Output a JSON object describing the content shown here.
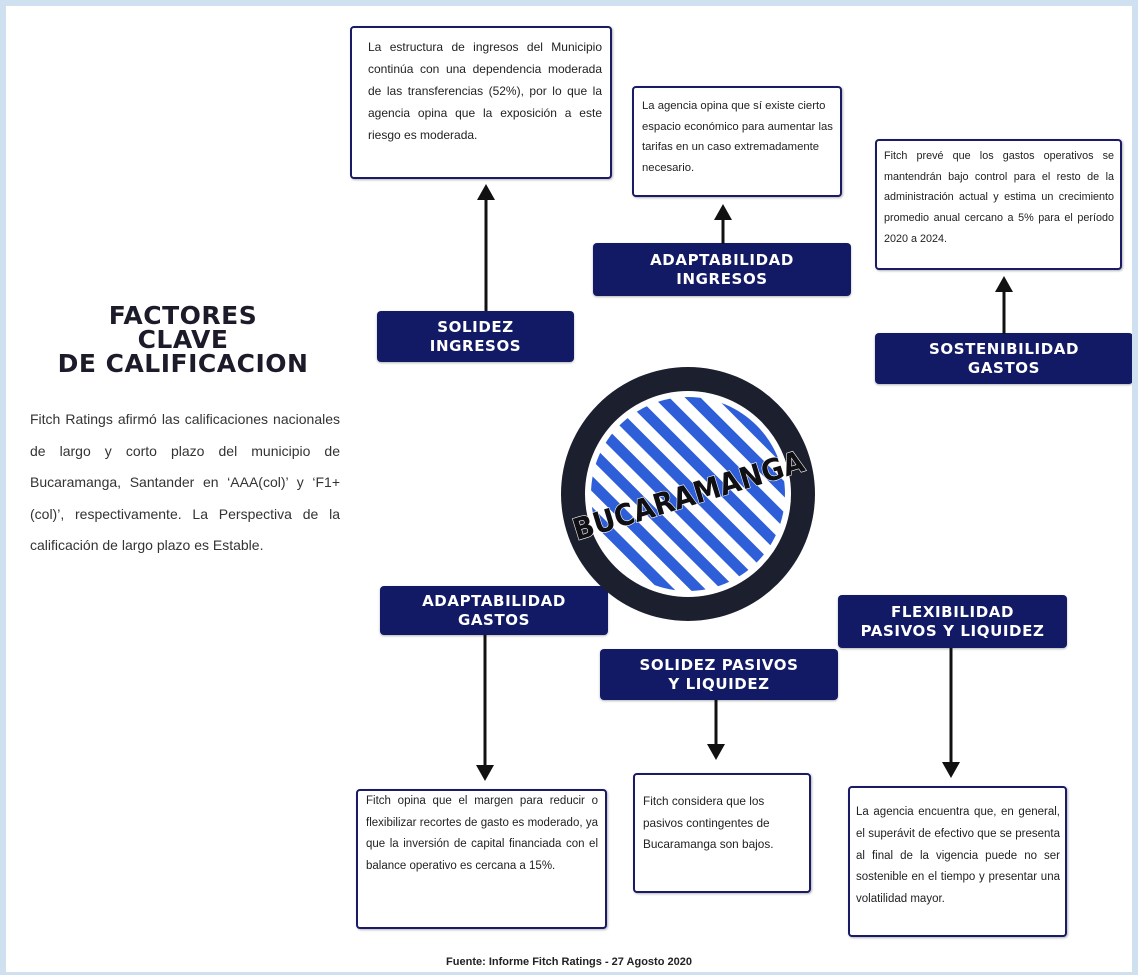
{
  "title": {
    "line1": "FACTORES",
    "line2": "CLAVE",
    "line3": "DE CALIFICACION"
  },
  "summary": "Fitch Ratings afirmó las calificaciones nacionales de largo y corto plazo del municipio de Bucaramanga, Santander en ‘AAA(col)’ y ‘F1+(col)’, respectivamente. La Perspectiva de la calificación de largo plazo es Estable.",
  "center_label": "BUCARAMANGA",
  "factors": {
    "solidez_ingresos": {
      "label": "SOLIDEZ\nINGRESOS",
      "note": "La estructura de ingresos del Municipio continúa con una dependencia moderada de las transferencias (52%), por lo que la agencia opina que la exposición a este riesgo es moderada."
    },
    "adaptabilidad_ingresos": {
      "label": "ADAPTABILIDAD\nINGRESOS",
      "note": "La agencia opina que sí existe cierto espacio económico para aumentar las tarifas en un caso extremadamente necesario."
    },
    "sostenibilidad_gastos": {
      "label": "SOSTENIBILIDAD\nGASTOS",
      "note": "Fitch prevé que los gastos operativos se mantendrán bajo control para el resto de la administración actual y estima un crecimiento promedio anual cercano a 5% para el período 2020 a 2024."
    },
    "adaptabilidad_gastos": {
      "label": "ADAPTABILIDAD\nGASTOS",
      "note": "Fitch opina que el margen para reducir o flexibilizar recortes de gasto es moderado, ya que la inversión de capital financiada con el balance operativo es cercana a 15%."
    },
    "solidez_pasivos": {
      "label": "SOLIDEZ PASIVOS\nY LIQUIDEZ",
      "note": "Fitch considera que los pasivos contingentes de Bucaramanga son bajos."
    },
    "flexibilidad_pasivos": {
      "label": "FLEXIBILIDAD\nPASIVOS Y LIQUIDEZ",
      "note": "La agencia encuentra que, en general, el superávit de efectivo que se presenta al final de la vigencia puede no ser sostenible en el tiempo y presentar una volatilidad mayor."
    }
  },
  "source": "Fuente: Informe Fitch Ratings - 27 Agosto 2020",
  "colors": {
    "navy": "#121a66",
    "ring": "#1b1f2e",
    "stripe_blue": "#2f5fd8",
    "note_border": "#1a1a66"
  }
}
